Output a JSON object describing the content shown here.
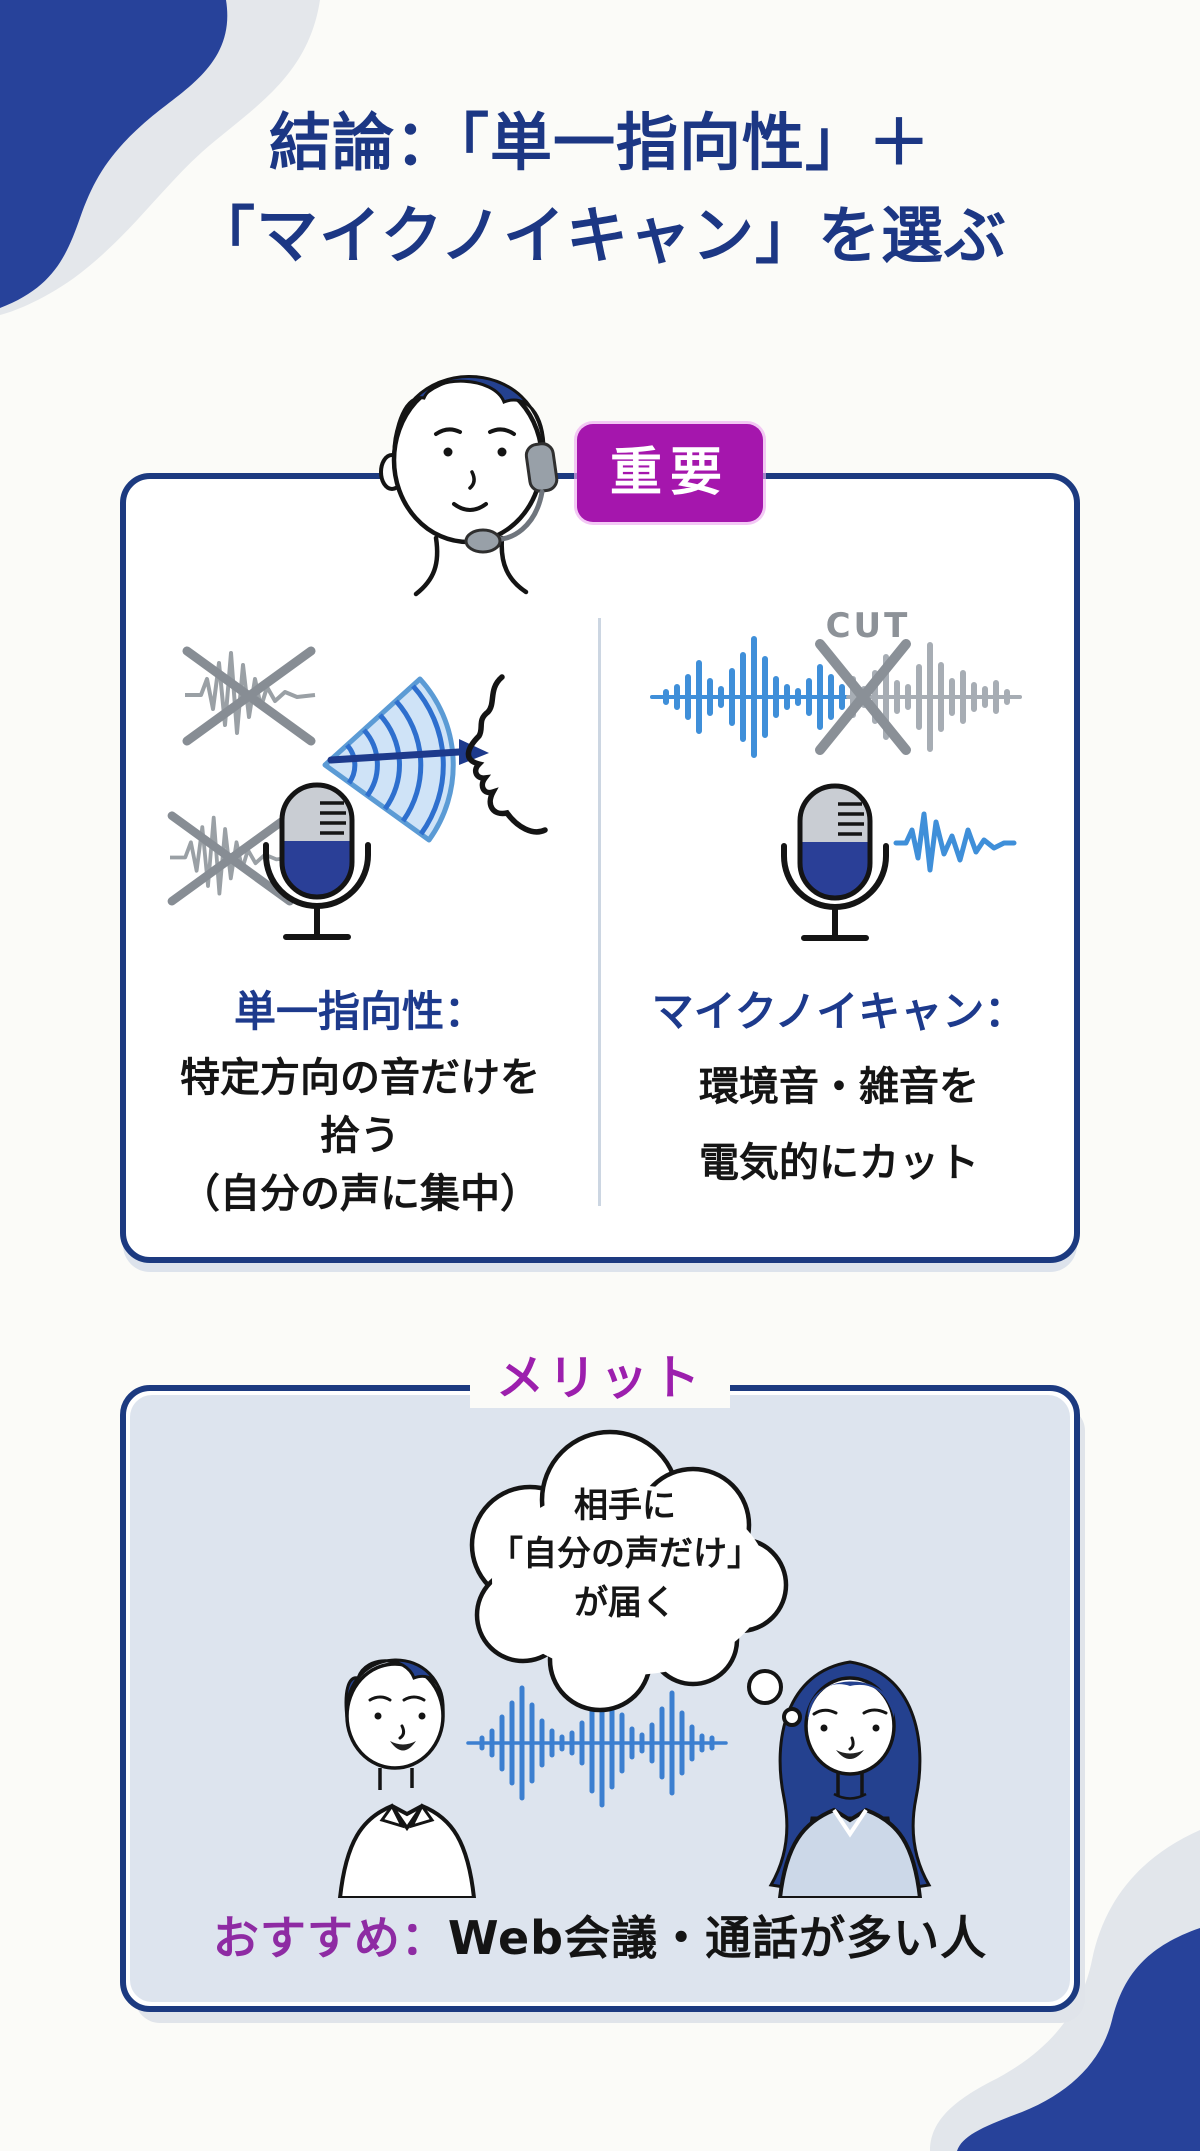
{
  "page": {
    "title_line1": "結論：「単一指向性」＋",
    "title_line2": "「マイクノイキャン」を選ぶ"
  },
  "important_card": {
    "badge": "重要",
    "left": {
      "heading": "単一指向性：",
      "line1": "特定方向の音だけを",
      "line2": "拾う",
      "line3": "（自分の声に集中）"
    },
    "right": {
      "heading": "マイクノイキャン：",
      "cut_label": "CUT",
      "line1": "環境音・雑音を",
      "line2": "電気的にカット"
    }
  },
  "merit_card": {
    "heading": "メリット",
    "bubble": {
      "line1": "相手に",
      "line2": "「自分の声だけ」",
      "line3": "が届く"
    },
    "recommend_label": "おすすめ：",
    "recommend_text": "Web会議・通話が多い人"
  },
  "colors": {
    "navy": "#1c3a80",
    "blob_blue": "#27429a",
    "badge_purple": "#a516ad",
    "heading_purple": "#9c1fad",
    "recommend_purple": "#8e2ba3",
    "wave_blue": "#3f8fd9",
    "wave_gray": "#a7adb4",
    "panel_blue": "#dde4ee"
  }
}
